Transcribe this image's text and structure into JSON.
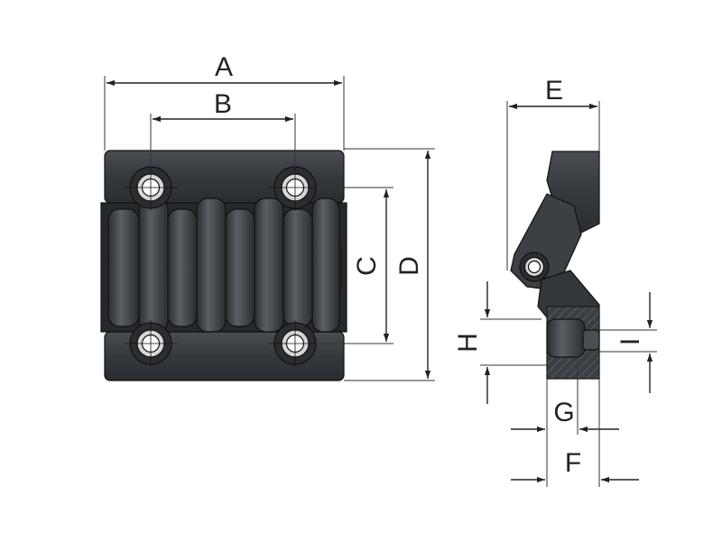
{
  "dimensions": {
    "a": "A",
    "b": "B",
    "c": "C",
    "d": "D",
    "e": "E",
    "f": "F",
    "g": "G",
    "h": "H",
    "i": "I"
  },
  "colors": {
    "body": "#35393d",
    "body_dark": "#25282b",
    "body_light": "#565b60",
    "hole_ring": "#c9ccce",
    "line": "#222222",
    "background": "#ffffff"
  }
}
